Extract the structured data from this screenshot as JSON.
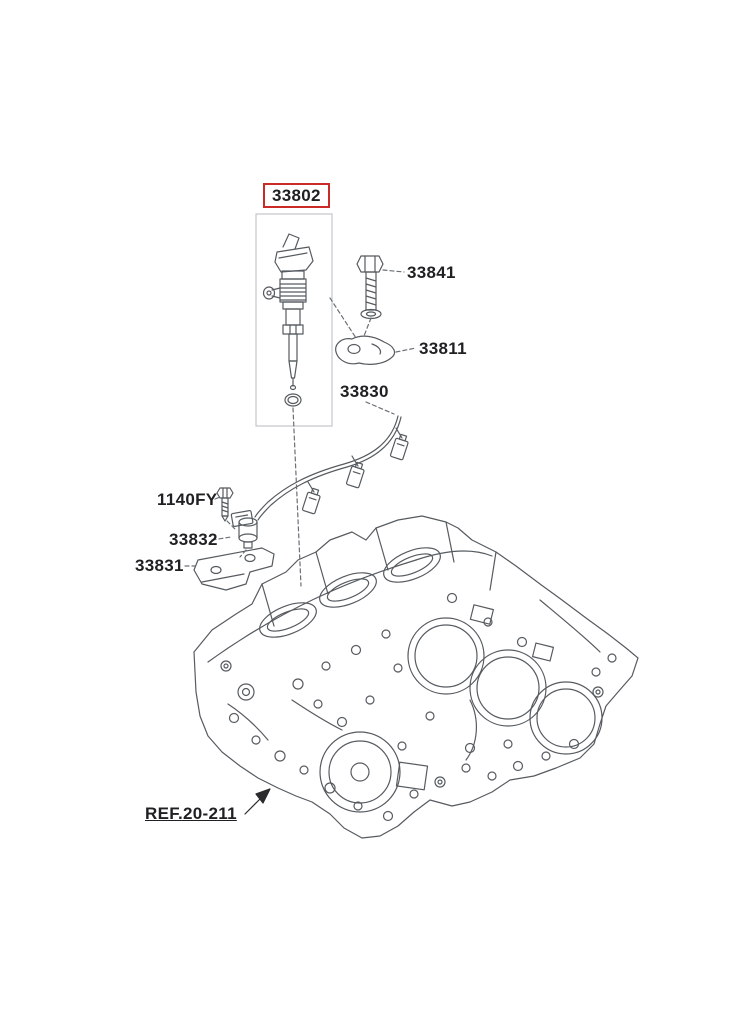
{
  "diagram": {
    "selected_part": "33802",
    "highlight_color": "#cb2b27",
    "line_color": "#565b60"
  },
  "labels": {
    "injector": "33802",
    "bolt": "33841",
    "clamp": "33811",
    "harness": "33830",
    "screw": "1140FY",
    "sensor": "33832",
    "bracket": "33831",
    "block_ref": "REF.20-211"
  }
}
